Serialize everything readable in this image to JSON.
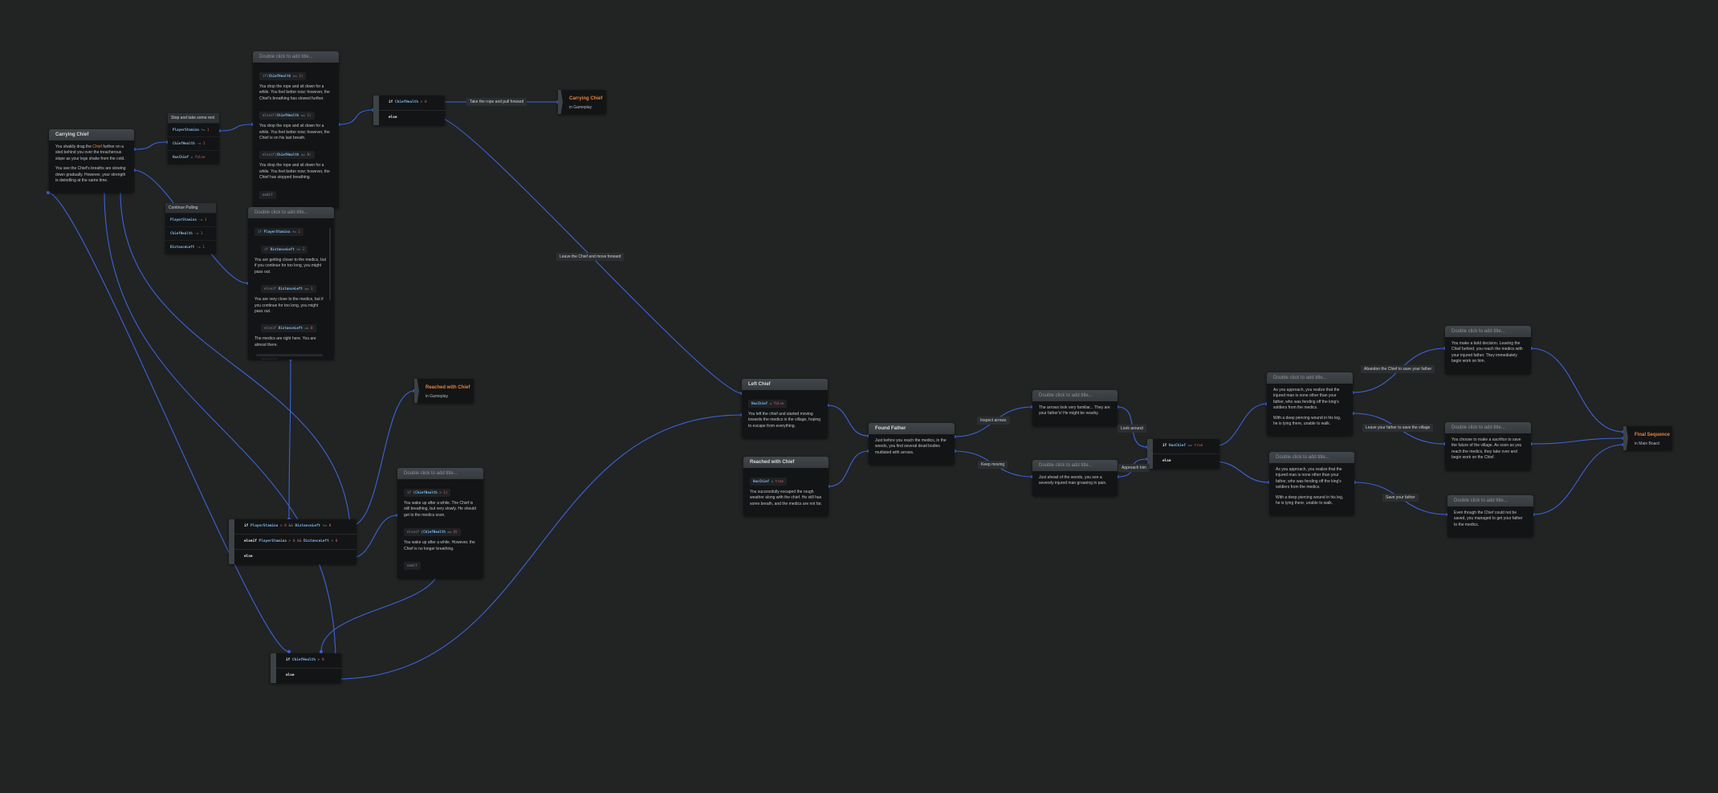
{
  "canvas": {
    "edge_color": "#3a64d8",
    "background": "#222323",
    "accent": "#e8833a"
  },
  "nodes": {
    "carrying_chief": {
      "type": "text",
      "title": "Carrying Chief",
      "blocks": [
        {
          "type": "p",
          "parts": [
            {
              "t": "You shakily drag the "
            },
            {
              "t": "Chief",
              "c": "hl"
            },
            {
              "t": " further on a sled behind you over the treacherous slope as your legs shake from the cold."
            }
          ]
        },
        {
          "type": "p",
          "parts": [
            {
              "t": "You see the Chief's breaths are slowing down gradually. However, your strength is dwindling at the same time."
            }
          ]
        }
      ]
    },
    "stop_rest": {
      "type": "choice",
      "title": "Stop and take some rest",
      "rows": [
        [
          {
            "t": "PlayerStamina",
            "c": "v"
          },
          {
            "t": " += ",
            "c": "k"
          },
          {
            "t": "1",
            "c": "n"
          }
        ],
        [
          {
            "t": "ChiefHealth",
            "c": "v"
          },
          {
            "t": " -= ",
            "c": "k"
          },
          {
            "t": "1",
            "c": "n"
          }
        ],
        [
          {
            "t": "HasChief",
            "c": "v"
          },
          {
            "t": " = ",
            "c": "k"
          },
          {
            "t": "false",
            "c": "n"
          }
        ]
      ]
    },
    "continue_pulling": {
      "type": "choice",
      "title": "Continue Pulling",
      "rows": [
        [
          {
            "t": "PlayerStamina",
            "c": "v"
          },
          {
            "t": " -= ",
            "c": "k"
          },
          {
            "t": "1",
            "c": "n"
          }
        ],
        [
          {
            "t": "ChiefHealth",
            "c": "v"
          },
          {
            "t": " -= ",
            "c": "k"
          },
          {
            "t": "1",
            "c": "n"
          }
        ],
        [
          {
            "t": "DistanceLeft",
            "c": "v"
          },
          {
            "t": " -= ",
            "c": "k"
          },
          {
            "t": "1",
            "c": "n"
          }
        ]
      ]
    },
    "rest_outcome": {
      "type": "text",
      "title": "Double click to add title...",
      "placeholder": true,
      "blocks": [
        {
          "type": "code",
          "parts": [
            {
              "t": "if(",
              "c": "k"
            },
            {
              "t": "ChiefHealth",
              "c": "v"
            },
            {
              "t": " >= ",
              "c": "k"
            },
            {
              "t": "2",
              "c": "n"
            },
            {
              "t": ")",
              "c": "k"
            }
          ]
        },
        {
          "type": "p",
          "parts": [
            {
              "t": "You drop the rope and sit down for a while. You feel better now; however, the Chief's breathing has slowed further."
            }
          ]
        },
        {
          "type": "code",
          "parts": [
            {
              "t": "elseif(",
              "c": "k"
            },
            {
              "t": "ChiefHealth",
              "c": "v"
            },
            {
              "t": " == ",
              "c": "k"
            },
            {
              "t": "1",
              "c": "n"
            },
            {
              "t": ")",
              "c": "k"
            }
          ]
        },
        {
          "type": "p",
          "parts": [
            {
              "t": "You drop the rope and sit down for a while. You feel better now; however, the Chief is on his last breath."
            }
          ]
        },
        {
          "type": "code",
          "parts": [
            {
              "t": "elseif(",
              "c": "k"
            },
            {
              "t": "ChiefHealth",
              "c": "v"
            },
            {
              "t": " == ",
              "c": "k"
            },
            {
              "t": "0",
              "c": "n"
            },
            {
              "t": ")",
              "c": "k"
            }
          ]
        },
        {
          "type": "p",
          "parts": [
            {
              "t": "You drop the rope and sit down for a while. You feel better now; however, the Chief has stopped breathing."
            }
          ]
        },
        {
          "type": "code",
          "parts": [
            {
              "t": "endif",
              "c": "k"
            }
          ]
        }
      ]
    },
    "cond_health_top": {
      "type": "cond",
      "rows": [
        [
          {
            "t": "if ",
            "c": "w"
          },
          {
            "t": "ChiefHealth",
            "c": "v"
          },
          {
            "t": " > ",
            "c": "k"
          },
          {
            "t": "0",
            "c": "n"
          }
        ],
        [
          {
            "t": "else",
            "c": "w"
          }
        ]
      ]
    },
    "jump_carrying": {
      "type": "jump",
      "title": "Carrying Chief",
      "sub": "in Gameplay"
    },
    "pull_outcome": {
      "type": "text",
      "title": "Double click to add title...",
      "placeholder": true,
      "scroll": true,
      "blocks": [
        {
          "type": "code",
          "parts": [
            {
              "t": "if ",
              "c": "k"
            },
            {
              "t": "PlayerStamina",
              "c": "v"
            },
            {
              "t": " >= ",
              "c": "k"
            },
            {
              "t": "1",
              "c": "n"
            }
          ]
        },
        {
          "type": "code",
          "level": 1,
          "parts": [
            {
              "t": "if ",
              "c": "k"
            },
            {
              "t": "DistanceLeft",
              "c": "v"
            },
            {
              "t": " >= ",
              "c": "k"
            },
            {
              "t": "2",
              "c": "n"
            }
          ]
        },
        {
          "type": "p",
          "level": 1,
          "parts": [
            {
              "t": "You are getting closer to the medics, but if you continue for too long, you might pass out."
            }
          ]
        },
        {
          "type": "code",
          "level": 1,
          "parts": [
            {
              "t": "elseif ",
              "c": "k"
            },
            {
              "t": "DistanceLeft",
              "c": "v"
            },
            {
              "t": " == ",
              "c": "k"
            },
            {
              "t": "1",
              "c": "n"
            }
          ]
        },
        {
          "type": "p",
          "level": 1,
          "parts": [
            {
              "t": "You are very close to the medics, but if you continue for too long, you might pass out."
            }
          ]
        },
        {
          "type": "code",
          "level": 1,
          "parts": [
            {
              "t": "elseif ",
              "c": "k"
            },
            {
              "t": "DistanceLeft",
              "c": "v"
            },
            {
              "t": " == ",
              "c": "k"
            },
            {
              "t": "0",
              "c": "n"
            }
          ]
        },
        {
          "type": "p",
          "level": 1,
          "parts": [
            {
              "t": "The medics are right here. You are almost there."
            }
          ]
        },
        {
          "type": "code",
          "level": 1,
          "parts": [
            {
              "t": "endif",
              "c": "k"
            }
          ]
        }
      ]
    },
    "jump_reached": {
      "type": "jump",
      "title": "Reached with Chief",
      "sub": "in Gameplay"
    },
    "cond_stamina": {
      "type": "cond",
      "rows": [
        [
          {
            "t": "if ",
            "c": "w"
          },
          {
            "t": "PlayerStamina",
            "c": "v"
          },
          {
            "t": " > ",
            "c": "k"
          },
          {
            "t": "0",
            "c": "n"
          },
          {
            "t": " && ",
            "c": "k"
          },
          {
            "t": "DistanceLeft",
            "c": "v"
          },
          {
            "t": " <= ",
            "c": "k"
          },
          {
            "t": "0",
            "c": "n"
          }
        ],
        [
          {
            "t": "elseif ",
            "c": "w"
          },
          {
            "t": "PlayerStamina",
            "c": "v"
          },
          {
            "t": " > ",
            "c": "k"
          },
          {
            "t": "0",
            "c": "n"
          },
          {
            "t": " && ",
            "c": "k"
          },
          {
            "t": "DistanceLeft",
            "c": "v"
          },
          {
            "t": " > ",
            "c": "k"
          },
          {
            "t": "0",
            "c": "n"
          }
        ],
        [
          {
            "t": "else",
            "c": "w"
          }
        ]
      ]
    },
    "wake_outcome": {
      "type": "text",
      "title": "Double click to add title...",
      "placeholder": true,
      "blocks": [
        {
          "type": "code",
          "parts": [
            {
              "t": "if ",
              "c": "k"
            },
            {
              "t": "(ChiefHealth",
              "c": "v"
            },
            {
              "t": " > ",
              "c": "k"
            },
            {
              "t": "1",
              "c": "n"
            },
            {
              "t": ")",
              "c": "k"
            }
          ]
        },
        {
          "type": "p",
          "level": 1,
          "parts": [
            {
              "t": "You wake up after a while. The Chief is still breathing, but very slowly. He should get to the medics soon."
            }
          ]
        },
        {
          "type": "code",
          "parts": [
            {
              "t": "elseif ",
              "c": "k"
            },
            {
              "t": "(ChiefHealth",
              "c": "v"
            },
            {
              "t": " == ",
              "c": "k"
            },
            {
              "t": "0",
              "c": "n"
            },
            {
              "t": ")",
              "c": "k"
            }
          ]
        },
        {
          "type": "p",
          "level": 1,
          "parts": [
            {
              "t": "You wake up after a while. However, the Chief is no longer breathing."
            }
          ]
        },
        {
          "type": "code",
          "parts": [
            {
              "t": "endif",
              "c": "k"
            }
          ]
        }
      ]
    },
    "cond_health_bottom": {
      "type": "cond",
      "rows": [
        [
          {
            "t": "if ",
            "c": "w"
          },
          {
            "t": "ChiefHealth",
            "c": "v"
          },
          {
            "t": " > ",
            "c": "k"
          },
          {
            "t": "0",
            "c": "n"
          }
        ],
        [
          {
            "t": "else",
            "c": "w"
          }
        ]
      ]
    },
    "left_chief": {
      "type": "text",
      "title": "Left Chief",
      "blocks": [
        {
          "type": "code",
          "parts": [
            {
              "t": "HasChief",
              "c": "v"
            },
            {
              "t": " = ",
              "c": "k"
            },
            {
              "t": "false",
              "c": "n"
            }
          ]
        },
        {
          "type": "p",
          "parts": [
            {
              "t": "You left the chief and started moving towards the medics in the village, hoping to escape from everything."
            }
          ]
        }
      ]
    },
    "reached_with_chief": {
      "type": "text",
      "title": "Reached with Chief",
      "blocks": [
        {
          "type": "code",
          "parts": [
            {
              "t": "HasChief",
              "c": "v"
            },
            {
              "t": " = ",
              "c": "k"
            },
            {
              "t": "true",
              "c": "n"
            }
          ]
        },
        {
          "type": "p",
          "parts": [
            {
              "t": "You successfully escaped the rough weather along with the chief. He still has some breath, and the medics are not far."
            }
          ]
        }
      ]
    },
    "found_father": {
      "type": "text",
      "title": "Found Father",
      "blocks": [
        {
          "type": "p",
          "parts": [
            {
              "t": "Just before you reach the medics, in the woods, you find several dead bodies mutilated with arrows."
            }
          ]
        }
      ]
    },
    "arrows": {
      "type": "text",
      "title": "Double click to add title...",
      "placeholder": true,
      "blocks": [
        {
          "type": "p",
          "parts": [
            {
              "t": "The arrows look very familiar... They are your father's! He might be nearby."
            }
          ]
        }
      ]
    },
    "injured_man": {
      "type": "text",
      "title": "Double click to add title...",
      "placeholder": true,
      "blocks": [
        {
          "type": "p",
          "parts": [
            {
              "t": "Just ahead of the woods, you see a severely injured man groaning in pain."
            }
          ]
        }
      ]
    },
    "cond_haschief": {
      "type": "cond",
      "rows": [
        [
          {
            "t": "if ",
            "c": "w"
          },
          {
            "t": "HasChief",
            "c": "v"
          },
          {
            "t": " == ",
            "c": "k"
          },
          {
            "t": "true",
            "c": "n"
          }
        ],
        [
          {
            "t": "else",
            "c": "w"
          }
        ]
      ]
    },
    "approach_with": {
      "type": "text",
      "title": "Double click to add title...",
      "placeholder": true,
      "blocks": [
        {
          "type": "p",
          "parts": [
            {
              "t": "As you approach, you realize that the injured man is none other than your father, who was fending off the king's soldiers from the medics."
            }
          ]
        },
        {
          "type": "p",
          "parts": [
            {
              "t": "With a deep piercing wound in his leg, he is lying there, unable to walk."
            }
          ]
        }
      ]
    },
    "approach_without": {
      "type": "text",
      "title": "Double click to add title...",
      "placeholder": true,
      "blocks": [
        {
          "type": "p",
          "parts": [
            {
              "t": "As you approach, you realize that the injured man is none other than your father, who was fending off the king's soldiers from the medics."
            }
          ]
        },
        {
          "type": "p",
          "parts": [
            {
              "t": "With a deep piercing wound in his leg, he is lying there, unable to walk."
            }
          ]
        }
      ]
    },
    "bold_decision": {
      "type": "text",
      "title": "Double click to add title...",
      "placeholder": true,
      "blocks": [
        {
          "type": "p",
          "parts": [
            {
              "t": "You make a bold decision. Leaving the Chief behind, you reach the medics with your injured father. They immediately begin work on him."
            }
          ]
        }
      ]
    },
    "sacrifice": {
      "type": "text",
      "title": "Double click to add title...",
      "placeholder": true,
      "blocks": [
        {
          "type": "p",
          "parts": [
            {
              "t": "You choose to make a sacrifice to save the future of the village. As soon as you reach the medics, they take over and begin work on the Chief."
            }
          ]
        }
      ]
    },
    "save_father": {
      "type": "text",
      "title": "Double click to add title...",
      "placeholder": true,
      "blocks": [
        {
          "type": "p",
          "parts": [
            {
              "t": "Even though the Chief could not be saved, you managed to get your father to the medics."
            }
          ]
        }
      ]
    },
    "jump_final": {
      "type": "jump",
      "title": "Final Sequence",
      "sub": "in Main Board"
    }
  },
  "edge_labels": {
    "take_rope": "Take the rope and pull forward",
    "leave_chief": "Leave the Chief and move forward",
    "inspect_arrows": "Inspect arrows",
    "keep_moving": "Keep moving",
    "look_around": "Look around",
    "approach_him": "Approach him",
    "abandon_chief": "Abandon the Chief to save your father",
    "leave_father": "Leave your father to save the village",
    "save_your_father": "Save your father"
  }
}
